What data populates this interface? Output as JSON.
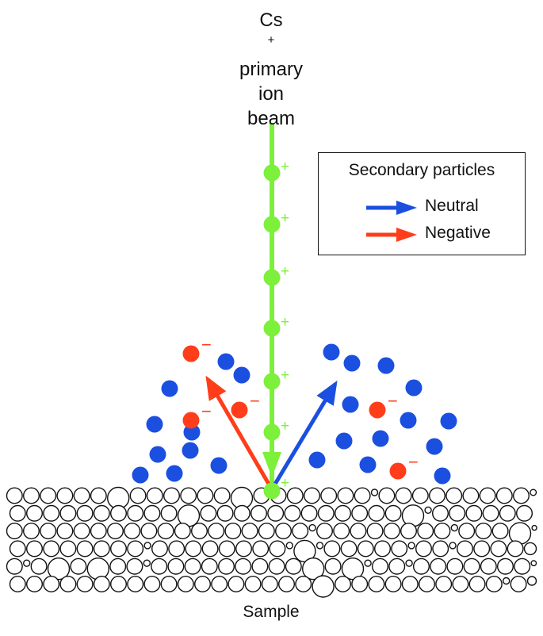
{
  "beam_label": {
    "element": "Cs",
    "charge": "+",
    "line2": "primary",
    "line3": "ion",
    "line4": "beam"
  },
  "legend": {
    "title": "Secondary particles",
    "items": [
      {
        "label": "Neutral",
        "color": "#1a4fe0"
      },
      {
        "label": "Negative",
        "color": "#ff3d1a"
      }
    ]
  },
  "sample_label": "Sample",
  "particle_charges": {
    "primary": "+",
    "negative": "−"
  },
  "colors": {
    "beam": "#7cf03a",
    "neutral": "#1a4fe0",
    "negative": "#ff3d1a",
    "outline": "#111111"
  },
  "icons": [
    "primary-ion-icon",
    "neutral-particle-icon",
    "negative-ion-icon",
    "arrow-icon",
    "sample-atom-icon"
  ]
}
